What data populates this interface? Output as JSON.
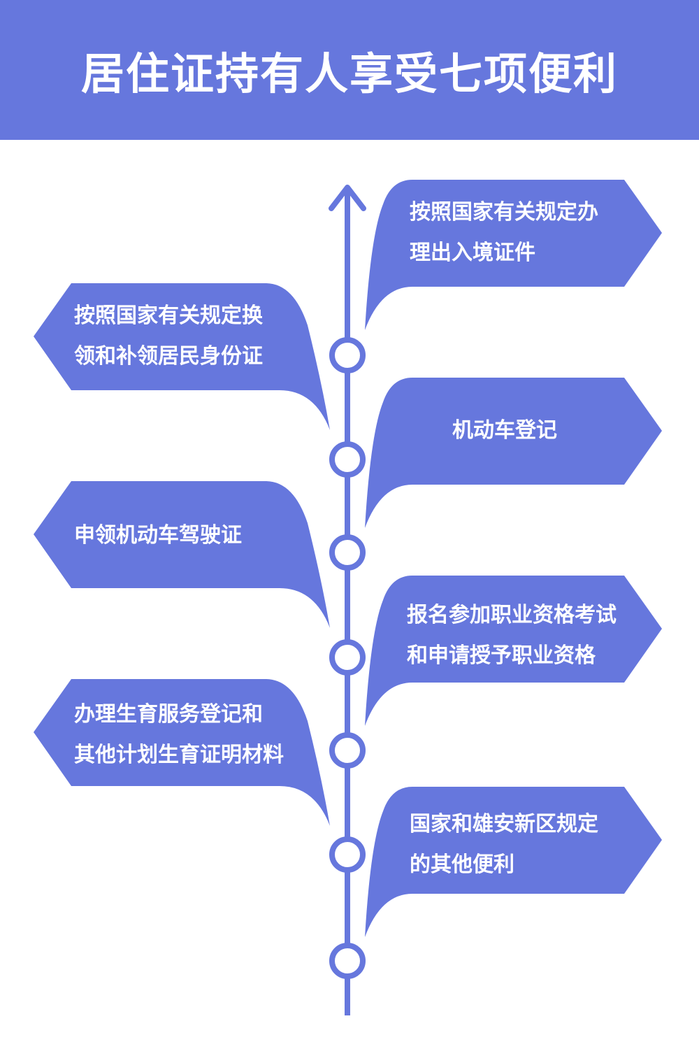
{
  "title": "居住证持有人享受七项便利",
  "accent_color": "#6677dd",
  "items": [
    {
      "lines": [
        "按照国家有关规定办",
        "理出入境证件"
      ]
    },
    {
      "lines": [
        "按照国家有关规定换",
        "领和补领居民身份证"
      ]
    },
    {
      "lines": [
        "机动车登记"
      ]
    },
    {
      "lines": [
        "申领机动车驾驶证"
      ]
    },
    {
      "lines": [
        "报名参加职业资格考试",
        "和申请授予职业资格"
      ]
    },
    {
      "lines": [
        "办理生育服务登记和",
        "其他计划生育证明材料"
      ]
    },
    {
      "lines": [
        "国家和雄安新区规定",
        "的其他便利"
      ]
    }
  ]
}
